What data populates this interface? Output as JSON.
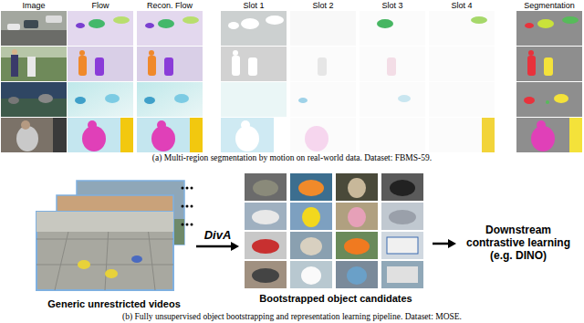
{
  "diagram": {
    "nodes": [
      {
        "text": [
          "Generic unrestricted videos"
        ]
      },
      {
        "text": [
          "Bootstrapped object candidates"
        ]
      },
      {
        "text": [
          "Downstream contrastive learning (e.g. DINO)"
        ]
      }
    ],
    "edges": [
      {
        "from": 0,
        "to": 1,
        "label": "DivA",
        "arrow": "to"
      },
      {
        "from": 1,
        "to": 2,
        "arrow": "to"
      }
    ],
    "labels": [
      "Image",
      "Flow",
      "Recon. Flow",
      "Slot 1",
      "Slot 2",
      "Slot 3",
      "Slot 4",
      "Segmentation",
      "(a) Multi-region segmentation by motion on real-world data. Dataset: FBMS-59.",
      "(b) Fully unsupervised object bootstrapping and representation learning pipeline. Dataset: MOSE."
    ]
  }
}
